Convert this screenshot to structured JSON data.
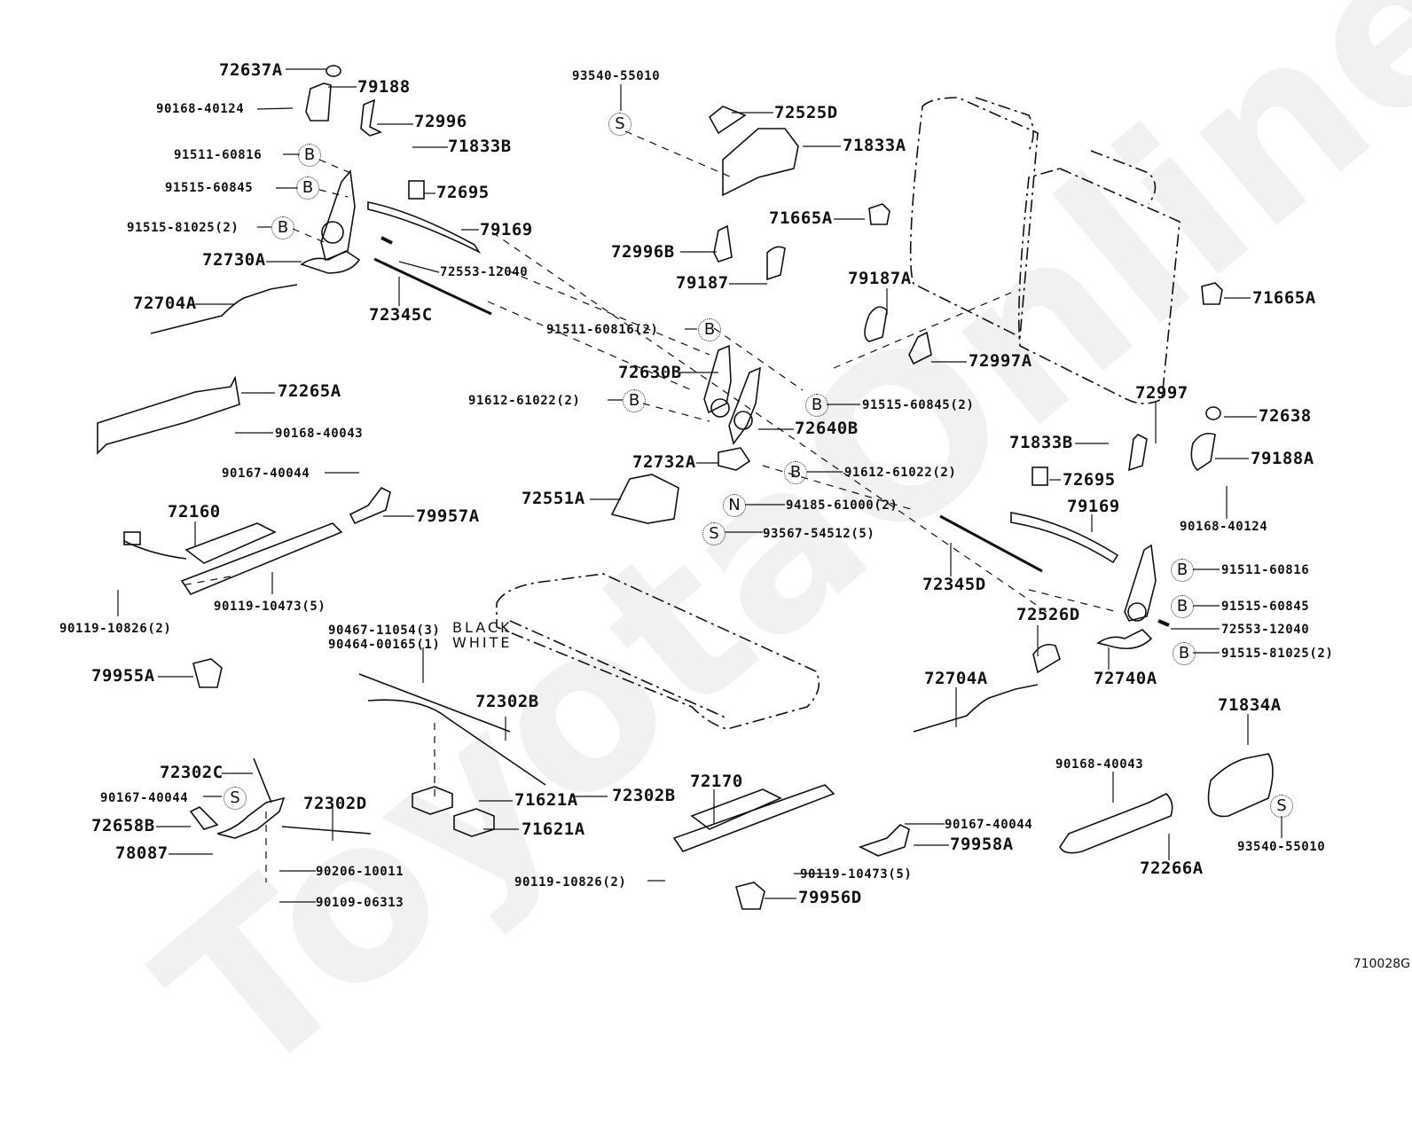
{
  "watermark": "ToyotaOnline.ru",
  "diagram_ref": "710028G",
  "notes": {
    "black": "BLACK",
    "white": "WHITE"
  },
  "symbols": {
    "B": "B",
    "S": "S",
    "N": "N"
  },
  "labels": {
    "p72637A": "72637A",
    "p79188": "79188",
    "p90168_40124_a": "90168-40124",
    "p72996": "72996",
    "p71833B_a": "71833B",
    "p91511_60816_a": "91511-60816",
    "p91515_60845_a": "91515-60845",
    "p72695_a": "72695",
    "p91515_81025_a": "91515-81025(2)",
    "p79169_a": "79169",
    "p72730A": "72730A",
    "p72553_12040_a": "72553-12040",
    "p72704A_a": "72704A",
    "p72345C": "72345C",
    "p72265A": "72265A",
    "p90168_40043_a": "90168-40043",
    "p90167_40044_a": "90167-40044",
    "p72160": "72160",
    "p79957A": "79957A",
    "p90119_10473_a": "90119-10473(5)",
    "p90119_10826_a": "90119-10826(2)",
    "p90467_11054": "90467-11054(3)",
    "p90464_00165": "90464-00165(1)",
    "p79955A": "79955A",
    "p72302B_a": "72302B",
    "p72302C": "72302C",
    "p90167_40044_b": "90167-40044",
    "p72658B": "72658B",
    "p78087": "78087",
    "p72302D": "72302D",
    "p90206_10011": "90206-10011",
    "p90109_06313": "90109-06313",
    "p71621A_a": "71621A",
    "p71621A_b": "71621A",
    "p72302B_b": "72302B",
    "p93540_55010_a": "93540-55010",
    "p72525D": "72525D",
    "p71833A": "71833A",
    "p71665A_a": "71665A",
    "p72996B": "72996B",
    "p79187": "79187",
    "p79187A": "79187A",
    "p71665A_b": "71665A",
    "p72997A": "72997A",
    "p91511_60816_b": "91511-60816(2)",
    "p72630B": "72630B",
    "p91612_61022_a": "91612-61022(2)",
    "p91515_60845_b": "91515-60845(2)",
    "p72640B": "72640B",
    "p72732A": "72732A",
    "p91612_61022_b": "91612-61022(2)",
    "p72551A": "72551A",
    "p94185_61000": "94185-61000(2)",
    "p93567_54512": "93567-54512(5)",
    "p72997": "72997",
    "p72638": "72638",
    "p71833B_b": "71833B",
    "p79188A": "79188A",
    "p72695_b": "72695",
    "p90168_40124_b": "90168-40124",
    "p79169_b": "79169",
    "p72345D": "72345D",
    "p91511_60816_c": "91511-60816",
    "p72526D": "72526D",
    "p91515_60845_c": "91515-60845",
    "p72553_12040_b": "72553-12040",
    "p91515_81025_b": "91515-81025(2)",
    "p72740A": "72740A",
    "p72704A_b": "72704A",
    "p71834A": "71834A",
    "p90168_40043_b": "90168-40043",
    "p93540_55010_b": "93540-55010",
    "p72266A": "72266A",
    "p72170": "72170",
    "p90167_40044_c": "90167-40044",
    "p79958A": "79958A",
    "p90119_10826_b": "90119-10826(2)",
    "p90119_10473_b": "90119-10473(5)",
    "p79956D": "79956D"
  }
}
